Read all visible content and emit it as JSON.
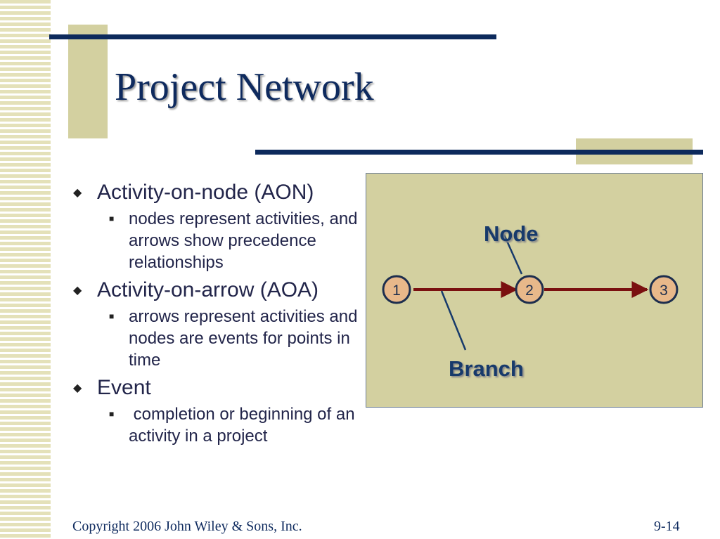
{
  "slide": {
    "title": "Project Network",
    "bullets": [
      {
        "text": "Activity-on-node (AON)",
        "sub": [
          "nodes represent activities, and arrows show precedence relationships"
        ]
      },
      {
        "text": "Activity-on-arrow (AOA)",
        "sub": [
          "arrows represent activities and nodes are events for points in time"
        ]
      },
      {
        "text": "Event",
        "sub": [
          " completion or beginning of an activity in a project"
        ]
      }
    ],
    "diagram": {
      "node_label": "Node",
      "branch_label": "Branch",
      "nodes": [
        "1",
        "2",
        "3"
      ]
    },
    "footer": {
      "copyright": "Copyright 2006 John Wiley & Sons, Inc.",
      "page_number": "9-14"
    }
  },
  "colors": {
    "navy": "#0d2a5c",
    "tan": "#d3d0a0",
    "arrow": "#7a1010",
    "node_fill": "#e8b88a"
  },
  "icons": [
    "diamond-bullet-icon",
    "square-bullet-icon",
    "arrowhead-icon"
  ]
}
